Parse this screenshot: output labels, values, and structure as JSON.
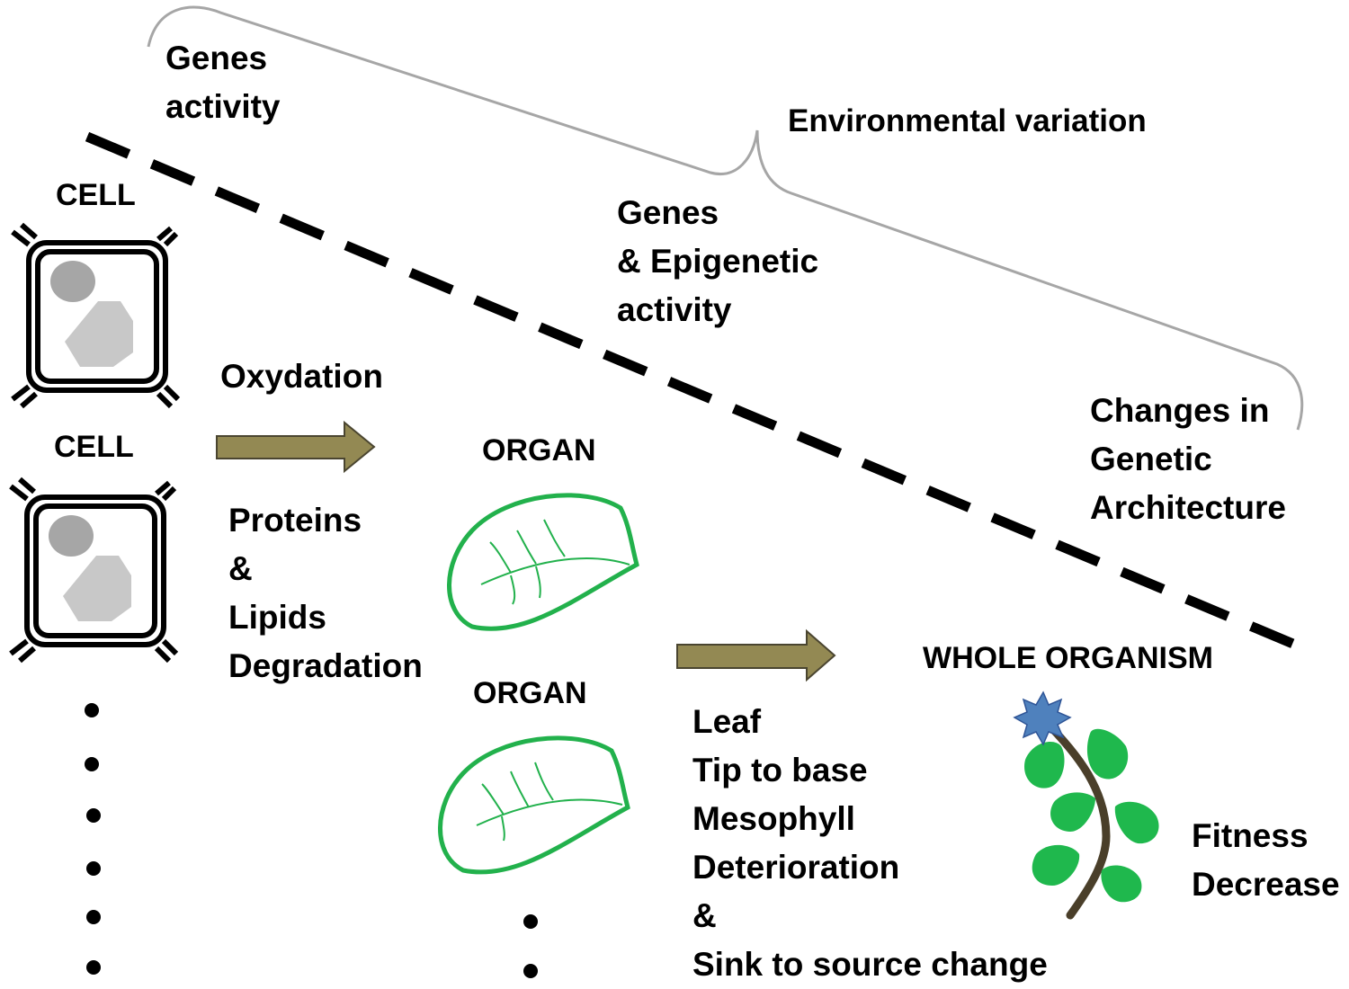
{
  "colors": {
    "arrow_fill": "#938953",
    "arrow_stroke": "#4a4530",
    "leaf_stroke": "#22b14c",
    "plant_leaf": "#1fb84d",
    "stem": "#4a3f2a",
    "flower": "#4f81bd",
    "cell_gray_dark": "#a6a6a6",
    "cell_gray_light": "#c8c8c8",
    "bracket": "#a6a6a6"
  },
  "icons": [
    "plant-cell-icon",
    "leaf-icon",
    "plant-icon",
    "arrow-right-icon",
    "ellipsis-vertical-icon"
  ],
  "labels": {
    "genes_activity": [
      "Genes",
      "activity"
    ],
    "environmental_variation": "Environmental variation",
    "genes_epigenetic": [
      "Genes",
      "& Epigenetic",
      "activity"
    ],
    "changes_genetic": [
      "Changes in",
      "Genetic",
      "Architecture"
    ],
    "cell_1": "CELL",
    "cell_2": "CELL",
    "oxydation": "Oxydation",
    "proteins_lipids": [
      "Proteins",
      "&",
      "Lipids",
      "Degradation"
    ],
    "organ_1": "ORGAN",
    "organ_2": "ORGAN",
    "whole_organism": "WHOLE ORGANISM",
    "leaf_process": [
      "Leaf",
      "Tip to base",
      "Mesophyll",
      "Deterioration",
      "&",
      "Sink to source change"
    ],
    "fitness": [
      "Fitness",
      "Decrease"
    ]
  }
}
